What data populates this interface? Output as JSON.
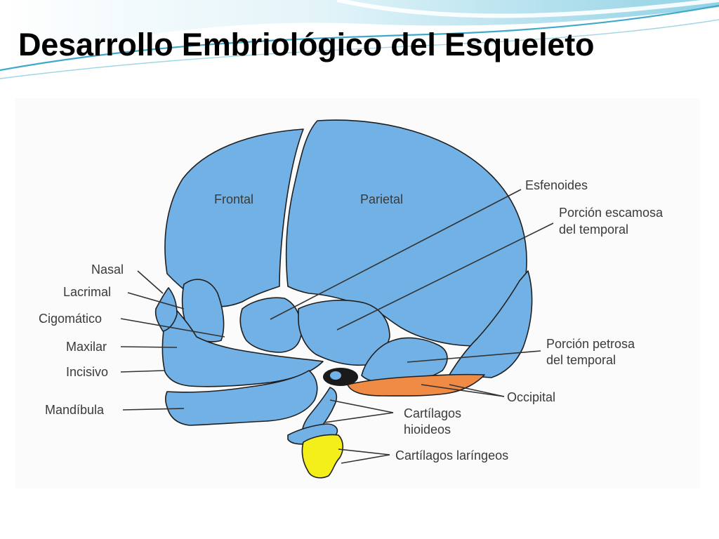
{
  "slide": {
    "title": "Desarrollo Embriológico del Esqueleto"
  },
  "colors": {
    "bone": "#71b1e6",
    "occipital_base": "#f08b45",
    "laryngeal": "#f4ef1b",
    "outline": "#1f1f1f",
    "accent_wave": "#5bb8d6"
  },
  "diagram": {
    "labels": {
      "frontal": "Frontal",
      "parietal": "Parietal",
      "esfenoides": "Esfenoides",
      "escamosa_1": "Porción escamosa",
      "escamosa_2": "del temporal",
      "nasal": "Nasal",
      "lacrimal": "Lacrimal",
      "cigomatico": "Cigomático",
      "maxilar": "Maxilar",
      "incisivo": "Incisivo",
      "mandibula": "Mandíbula",
      "petrosa_1": "Porción petrosa",
      "petrosa_2": "del temporal",
      "occipital": "Occipital",
      "hioideos_1": "Cartílagos",
      "hioideos_2": "hioideos",
      "laringeos": "Cartílagos laríngeos"
    }
  }
}
